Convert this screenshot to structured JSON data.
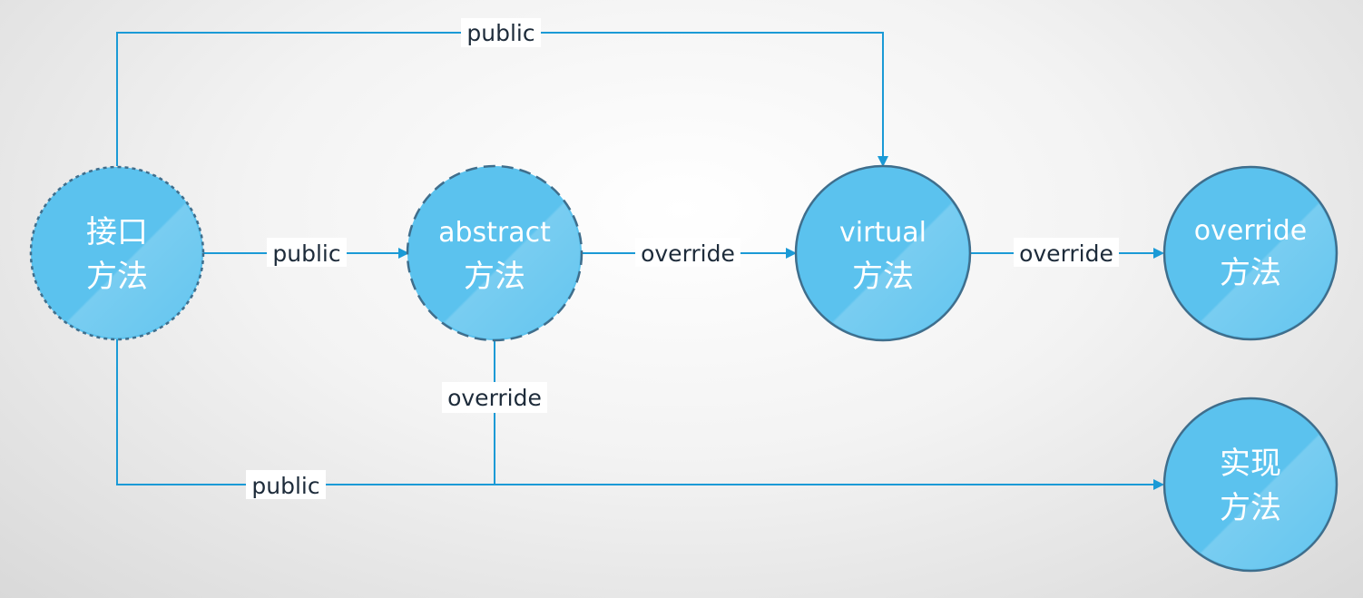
{
  "colors": {
    "node_fill": "#5bc2ee",
    "node_stroke": "#3f6e8c",
    "edge": "#1b9ad6"
  },
  "nodes": {
    "interface": {
      "line1": "接口",
      "line2": "方法"
    },
    "abstract": {
      "line1": "abstract",
      "line2": "方法"
    },
    "virtual": {
      "line1": "virtual",
      "line2": "方法"
    },
    "override": {
      "line1": "override",
      "line2": "方法"
    },
    "implement": {
      "line1": "实现",
      "line2": "方法"
    }
  },
  "edges": {
    "top_public": "public",
    "interface_to_abstract": "public",
    "abstract_to_virtual": "override",
    "virtual_to_override": "override",
    "abstract_to_implement": "override",
    "bottom_public": "public"
  }
}
